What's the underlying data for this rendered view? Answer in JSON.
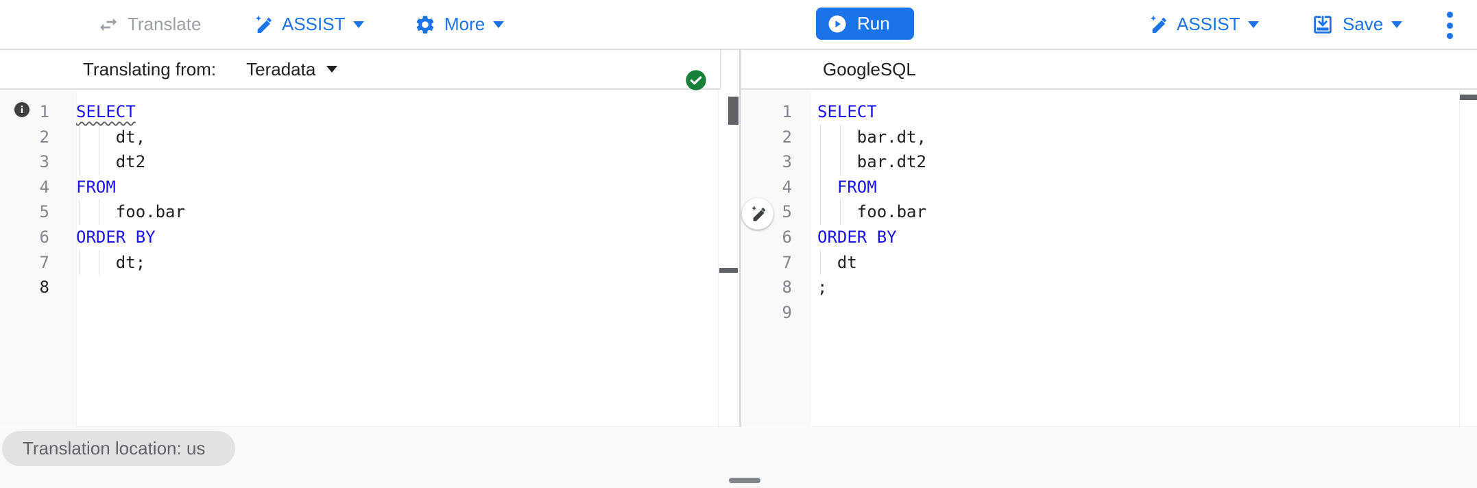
{
  "toolbar": {
    "translate_label": "Translate",
    "translate_enabled": false,
    "assist_label": "ASSIST",
    "more_label": "More",
    "run_label": "Run",
    "assist_right_label": "ASSIST",
    "save_label": "Save"
  },
  "icons": {
    "translate": "swap-horizontal-arrows",
    "assist": "magic-pencil",
    "more": "gear",
    "run": "play-circle",
    "save": "save-download-tray",
    "overflow": "vertical-three-dots",
    "source_status": "check-circle-green",
    "left_gutter": "info-circle",
    "suggestion_fab": "magic-pencil"
  },
  "left_panel": {
    "header_prefix": "Translating from:",
    "source_dialect": "Teradata",
    "status": "valid",
    "active_line": 8,
    "warning_line": 1,
    "lines": [
      "SELECT",
      "    dt,",
      "    dt2",
      "FROM",
      "    foo.bar",
      "ORDER BY",
      "    dt;",
      ""
    ]
  },
  "right_panel": {
    "header_label": "GoogleSQL",
    "lines": [
      "SELECT",
      "    bar.dt,",
      "    bar.dt2",
      "  FROM",
      "    foo.bar",
      "ORDER BY",
      "  dt",
      ";",
      ""
    ]
  },
  "footer": {
    "location_label": "Translation location: us"
  },
  "colors": {
    "accent_blue": "#1a73e8",
    "keyword_blue": "#1a12f0",
    "success_green": "#188038",
    "disabled_gray": "#9aa0a6"
  }
}
